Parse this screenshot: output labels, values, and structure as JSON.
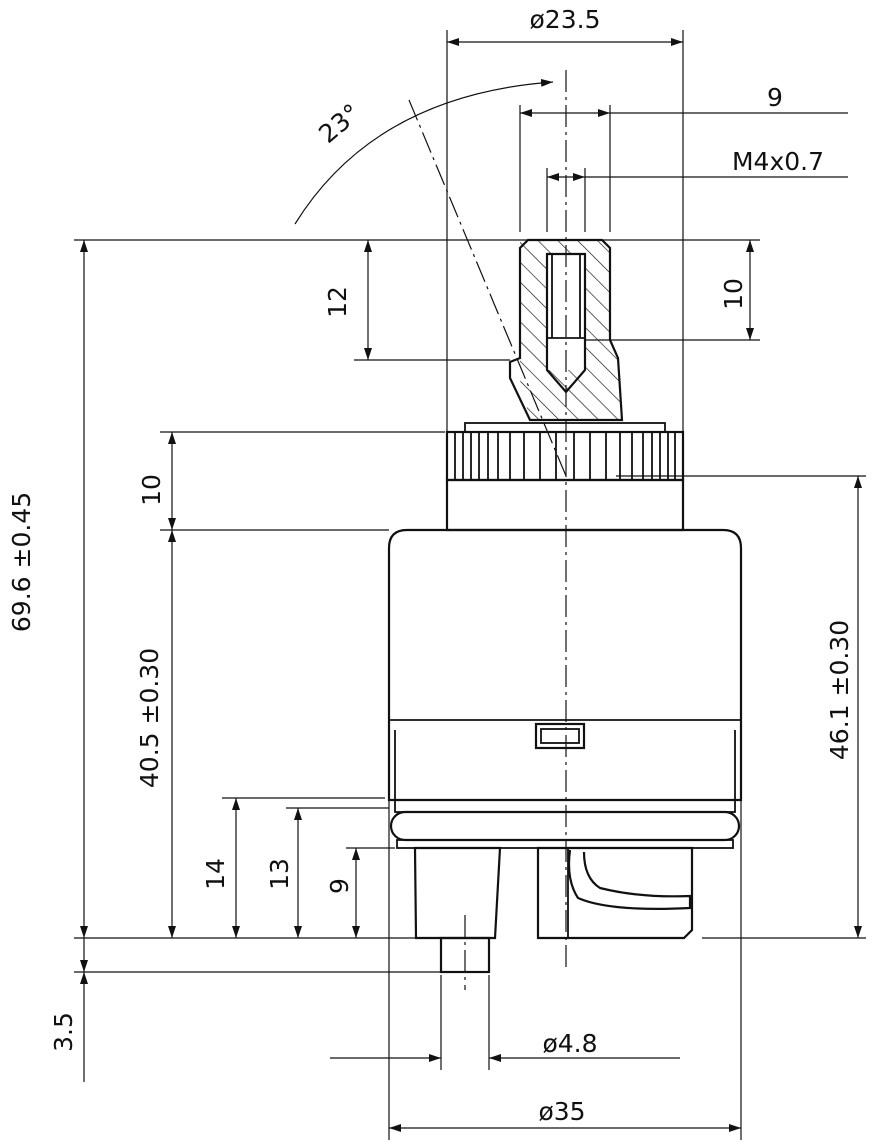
{
  "dimensions": {
    "top_diameter": "ø23.5",
    "stem_width": "9",
    "thread": "M4x0.7",
    "rotation_angle": "23°",
    "stem_height_left": "12",
    "stem_height_right": "10",
    "total_height": "69.6 ±0.45",
    "knurl_height": "10",
    "body_height": "40.5 ±0.30",
    "seal_height_14": "14",
    "seal_height_13": "13",
    "foot_height": "9",
    "height_right": "46.1  ±0.30",
    "pin_protrusion": "3.5",
    "pin_diameter": "ø4.8",
    "body_diameter": "ø35"
  },
  "colors": {
    "line": "#111111",
    "background": "#ffffff"
  }
}
